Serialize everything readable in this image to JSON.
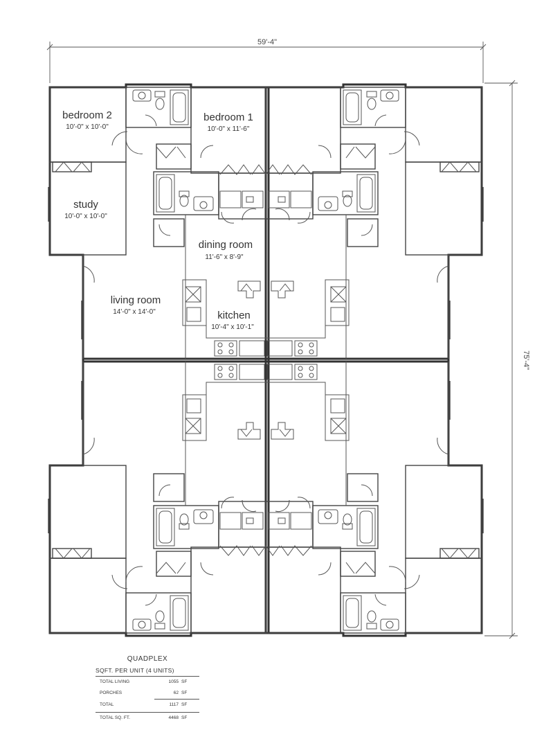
{
  "drawing": {
    "overall_width": "59'-4\"",
    "overall_depth": "75'-4\""
  },
  "rooms": {
    "bedroom2": {
      "name": "bedroom 2",
      "size": "10'-0\" x 10'-0\""
    },
    "bedroom1": {
      "name": "bedroom 1",
      "size": "10'-0\" x 11'-6\""
    },
    "study": {
      "name": "study",
      "size": "10'-0\" x 10'-0\""
    },
    "dining": {
      "name": "dining room",
      "size": "11'-6\" x 8'-9\""
    },
    "living": {
      "name": "living room",
      "size": "14'-0\" x 14'-0\""
    },
    "kitchen": {
      "name": "kitchen",
      "size": "10'-4\" x 10'-1\""
    }
  },
  "summary": {
    "title": "QUADPLEX",
    "subtitle": "SQFT. PER UNIT (4 UNITS)",
    "rows": [
      {
        "label": "TOTAL LIVING",
        "value": "1055",
        "unit": "SF"
      },
      {
        "label": "PORCHES",
        "value": "62",
        "unit": "SF"
      },
      {
        "label": "TOTAL",
        "value": "1117",
        "unit": "SF"
      },
      {
        "label": "TOTAL SQ. FT.",
        "value": "4468",
        "unit": "SF"
      }
    ]
  }
}
